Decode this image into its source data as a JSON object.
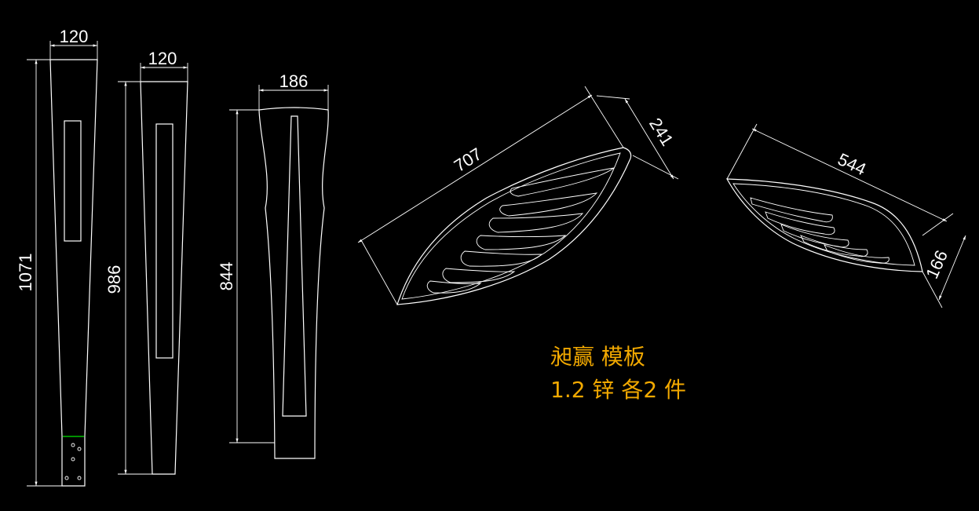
{
  "dimensions": {
    "part1_width": "120",
    "part1_height": "1071",
    "part2_width": "120",
    "part2_height": "986",
    "part3_width": "186",
    "part3_height": "844",
    "wing1_length": "707",
    "wing1_width": "241",
    "wing2_length": "544",
    "wing2_width": "166"
  },
  "notes": {
    "line1": "昶赢 模板",
    "line2": "1.2 锌 各2 件"
  },
  "colors": {
    "background": "#000000",
    "lines": "#ffffff",
    "note_text": "#f2a900",
    "marker": "#00c000"
  }
}
